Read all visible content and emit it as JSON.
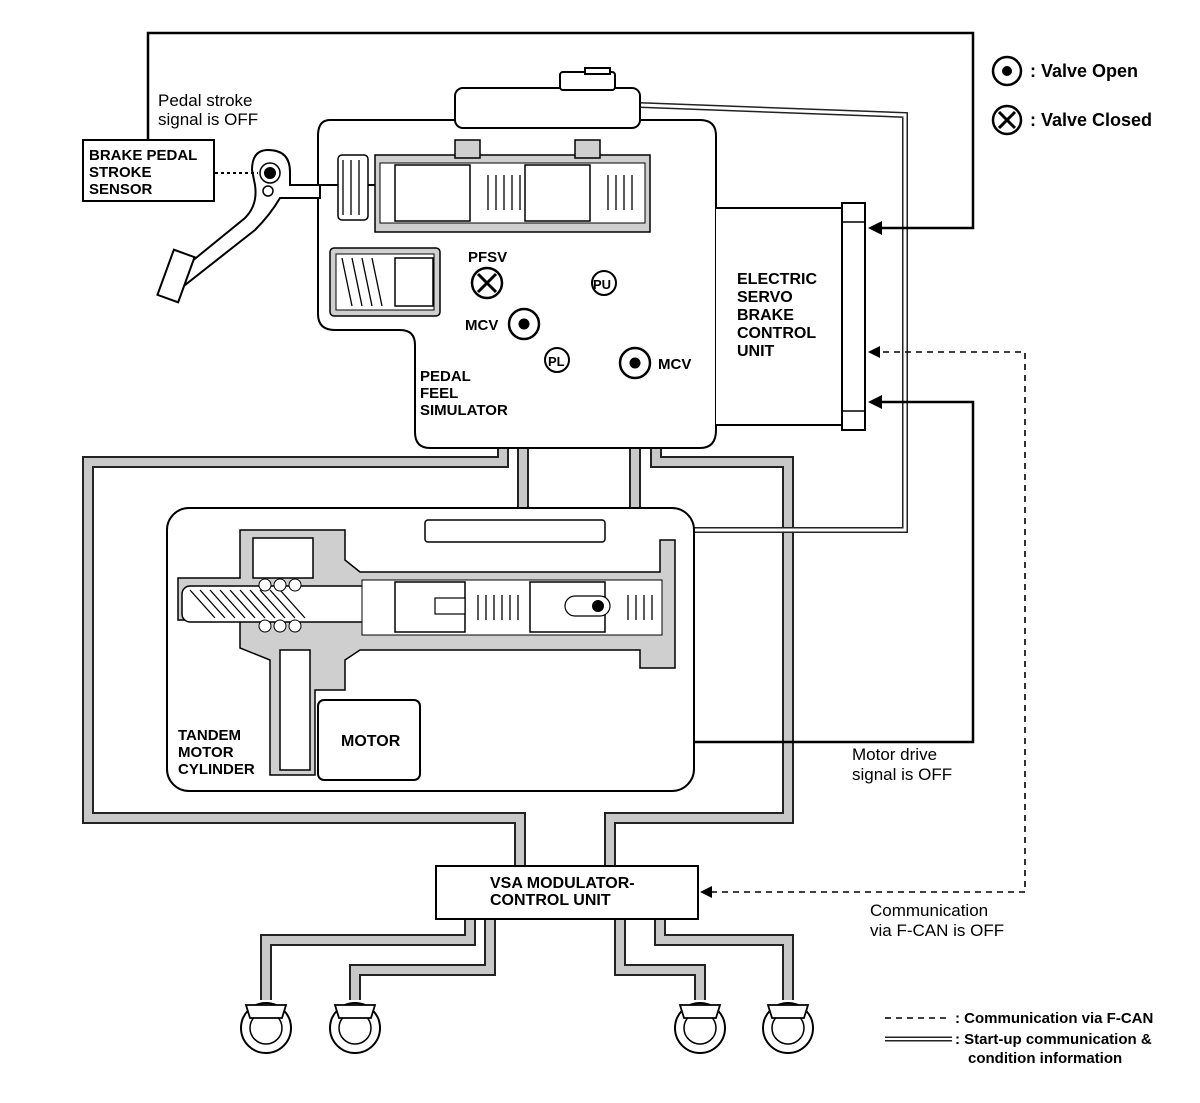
{
  "legend": {
    "valve_open": ": Valve Open",
    "valve_closed": ": Valve Closed",
    "fcan": ": Communication via F-CAN",
    "startup_line1": ": Start-up communication &",
    "startup_line2": "condition information"
  },
  "labels": {
    "pedal_stroke_line1": "Pedal stroke",
    "pedal_stroke_line2": "signal is OFF",
    "brake_pedal_line1": "BRAKE PEDAL",
    "brake_pedal_line2": "STROKE",
    "brake_pedal_line3": "SENSOR",
    "pfsv": "PFSV",
    "mcv_left": "MCV",
    "mcv_right": "MCV",
    "pu": "PU",
    "pl": "PL",
    "pfs_line1": "PEDAL",
    "pfs_line2": "FEEL",
    "pfs_line3": "SIMULATOR",
    "esb_line1": "ELECTRIC",
    "esb_line2": "SERVO",
    "esb_line3": "BRAKE",
    "esb_line4": "CONTROL",
    "esb_line5": "UNIT",
    "tmc_line1": "TANDEM",
    "tmc_line2": "MOTOR",
    "tmc_line3": "CYLINDER",
    "motor": "MOTOR",
    "motor_drive_line1": "Motor drive",
    "motor_drive_line2": "signal is OFF",
    "vsa_line1": "VSA MODULATOR-",
    "vsa_line2": "CONTROL UNIT",
    "comm_line1": "Communication",
    "comm_line2": "via F-CAN is OFF"
  },
  "valves": {
    "pfsv": "closed",
    "mcv_left": "open",
    "mcv_right": "open"
  },
  "icons": {
    "valve_open": "valve-open-icon",
    "valve_closed": "valve-closed-icon",
    "wheel_brake": "brake-caliper-icon"
  }
}
